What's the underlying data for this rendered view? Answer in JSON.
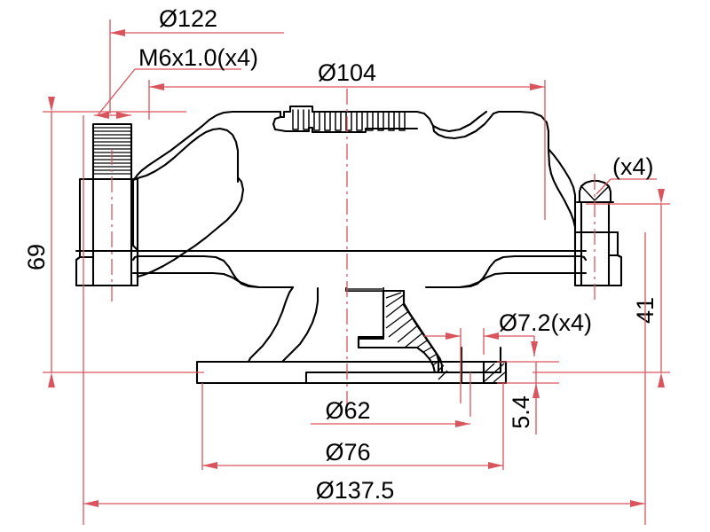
{
  "drawing": {
    "title": "Engine Mount / Pulley Assembly Cross-Section",
    "background_color": "#ffffff",
    "line_color": "#000000",
    "dimension_color": "#d9555e",
    "view": "section elevation"
  },
  "dimensions": {
    "d122": {
      "label": "Ø122",
      "value": 122,
      "unit": "mm",
      "orientation": "horizontal",
      "position": "top"
    },
    "thread_spec": {
      "label": "M6x1.0(x4)",
      "thread": "M6x1.0",
      "quantity": 4,
      "orientation": "horizontal",
      "position": "top-left",
      "type": "leader-note"
    },
    "d104": {
      "label": "Ø104",
      "value": 104,
      "unit": "mm",
      "orientation": "horizontal",
      "position": "top"
    },
    "qty_x4": {
      "label": "(x4)",
      "quantity": 4,
      "orientation": "horizontal",
      "position": "right-upper",
      "type": "leader-note"
    },
    "h69": {
      "label": "69",
      "value": 69,
      "unit": "mm",
      "orientation": "vertical",
      "position": "left"
    },
    "h41": {
      "label": "41",
      "value": 41,
      "unit": "mm",
      "orientation": "vertical",
      "position": "right"
    },
    "d72": {
      "label": "Ø7.2(x4)",
      "value": 7.2,
      "quantity": 4,
      "unit": "mm",
      "orientation": "horizontal",
      "position": "center-right"
    },
    "h54": {
      "label": "5.4",
      "value": 5.4,
      "unit": "mm",
      "orientation": "vertical",
      "position": "bottom-right"
    },
    "d62": {
      "label": "Ø62",
      "value": 62,
      "unit": "mm",
      "orientation": "horizontal",
      "position": "bottom"
    },
    "d76": {
      "label": "Ø76",
      "value": 76,
      "unit": "mm",
      "orientation": "horizontal",
      "position": "bottom"
    },
    "d1375": {
      "label": "Ø137.5",
      "value": 137.5,
      "unit": "mm",
      "orientation": "horizontal",
      "position": "bottom"
    }
  }
}
